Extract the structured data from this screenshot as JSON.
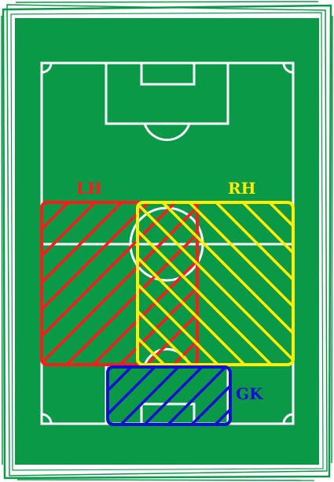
{
  "title": "",
  "colors": {
    "pitch": "#0a9a47",
    "pitch_border": "#0a9a47",
    "lines": "#ffffff"
  },
  "zones": [
    {
      "label": "LH",
      "color": "#ff1a1a"
    },
    {
      "label": "RH",
      "color": "#ffee00"
    },
    {
      "label": "GK",
      "color": "#1010d0"
    }
  ]
}
